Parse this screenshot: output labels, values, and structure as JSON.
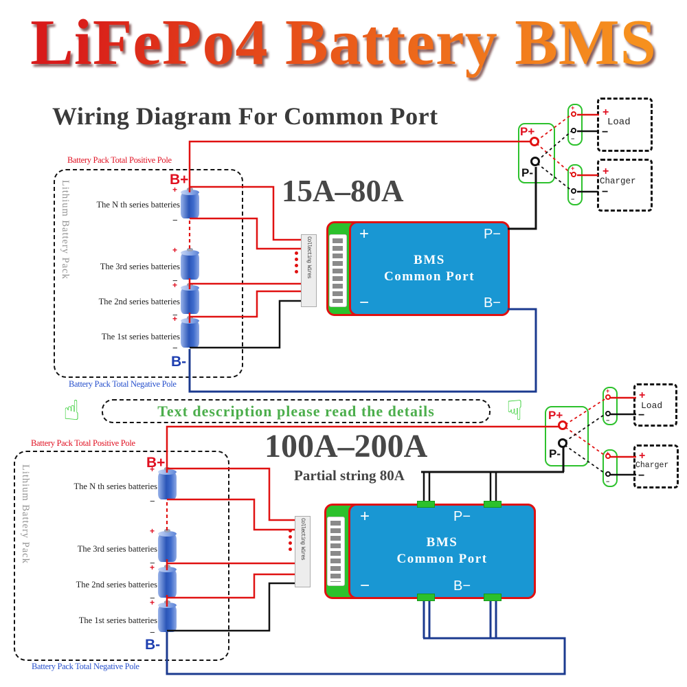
{
  "header": {
    "title": "LiFePo4 Battery BMS",
    "subtitle": "Wiring Diagram For Common Port"
  },
  "banner": {
    "text": "Text description please read the details",
    "left_hand": "☝",
    "right_hand": "☟"
  },
  "glyphs": {
    "plus": "+",
    "minus": "−",
    "b_plus": "B+",
    "b_minus": "B-",
    "p_plus": "P+",
    "p_minus": "P-"
  },
  "shared": {
    "positive_pole": "Battery Pack Total Positive Pole",
    "negative_pole": "Battery Pack Total Negative Pole",
    "pack_side": "Lithium Battery Pack",
    "batteries": [
      "The N th series batteries",
      "The 3rd series batteries",
      "The 2nd series batteries",
      "The 1st series batteries"
    ],
    "collecting_wires": "Collecting Wires",
    "bms_line1": "BMS",
    "bms_line2": "Common Port",
    "bms_p_minus": "P−",
    "bms_b_minus": "B−",
    "load": "Load",
    "charger": "Charger"
  },
  "top": {
    "heading": "15A–80A"
  },
  "bottom": {
    "heading": "100A–200A",
    "subheading": "Partial string 80A"
  },
  "colors": {
    "wire_red": "#e01111",
    "wire_black": "#111111",
    "wire_navy": "#1b3a8f",
    "pcb_green": "#2cc12c",
    "bms_blue": "#1997d3",
    "border_red": "#e01111",
    "title_red": "#d81a1a",
    "title_orange": "#f6901e",
    "text_green": "#4cae4c",
    "heading_gray": "#474747"
  }
}
